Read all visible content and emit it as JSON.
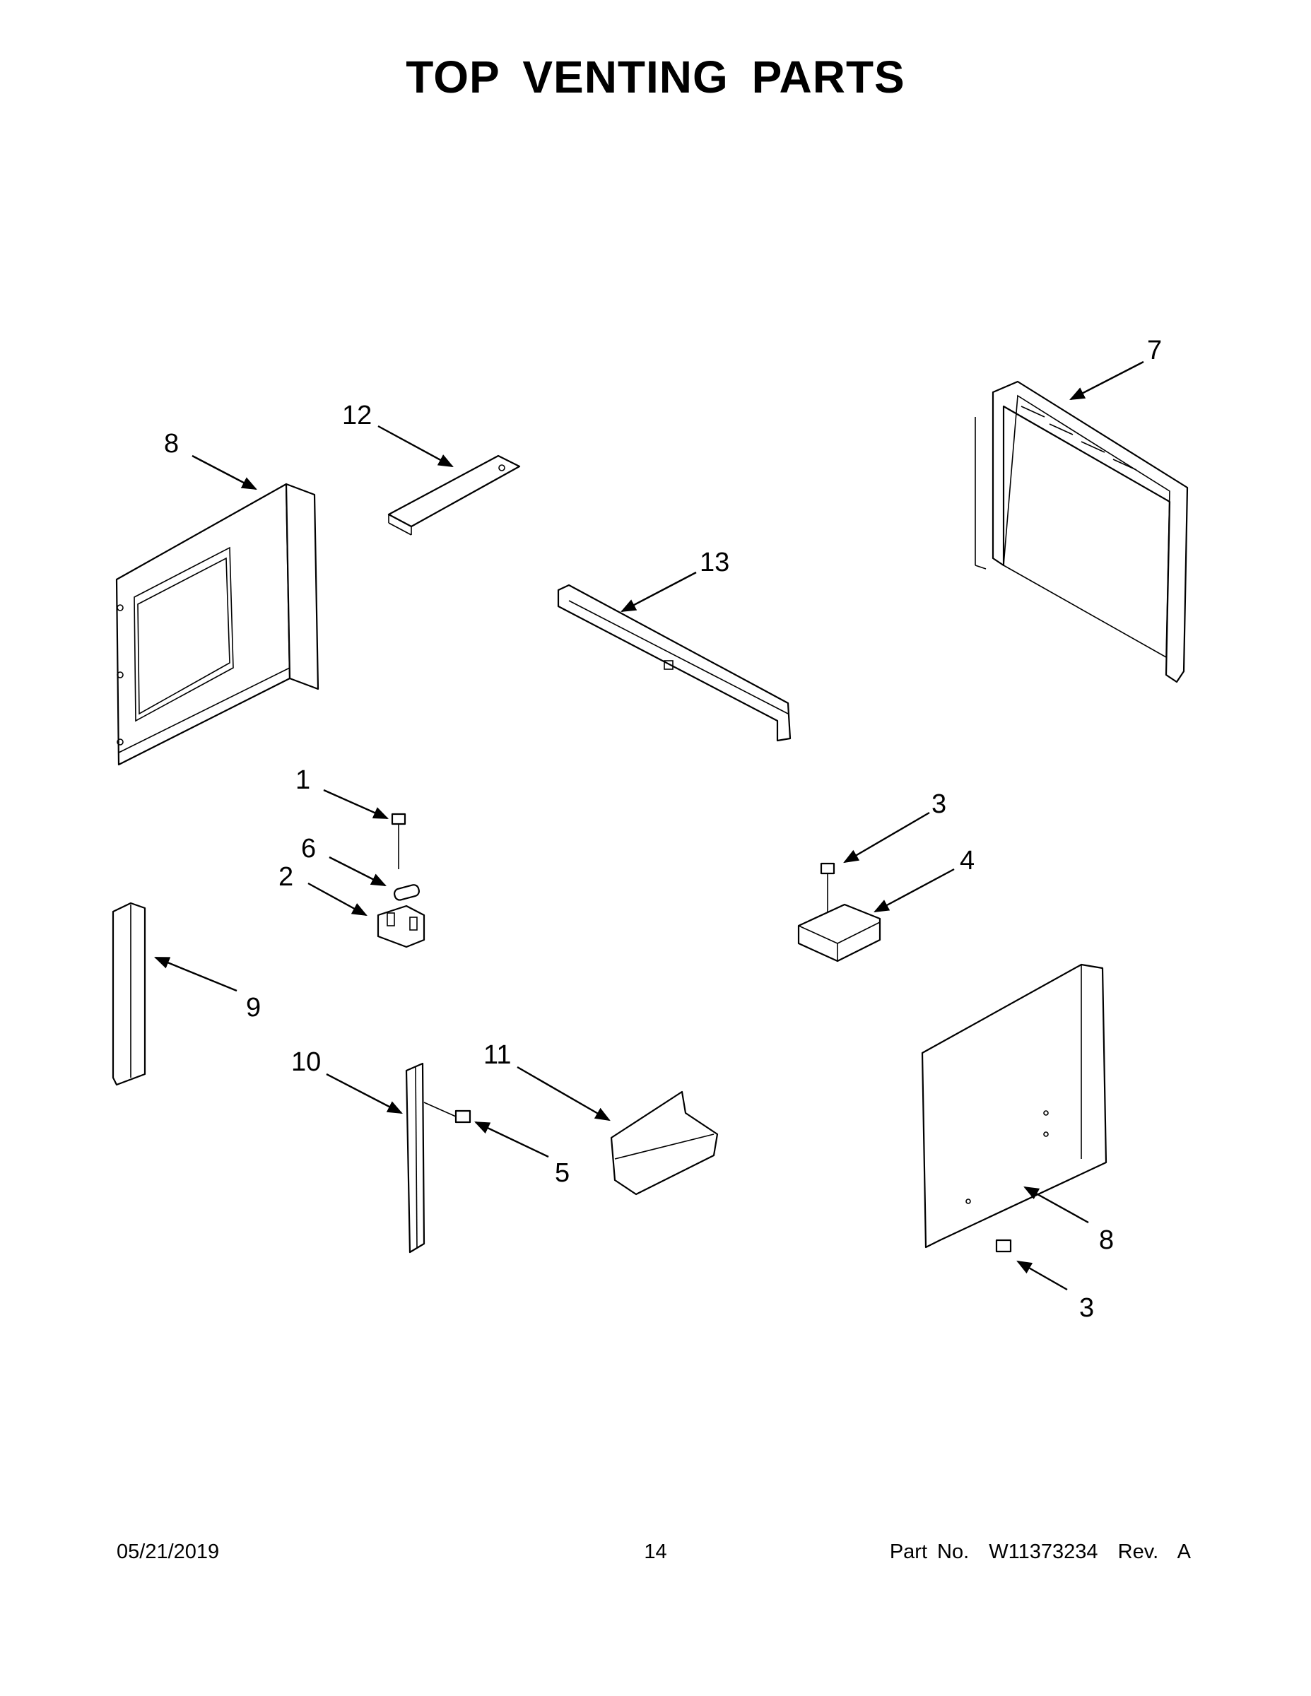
{
  "title": "TOP VENTING PARTS",
  "footer": {
    "date": "05/21/2019",
    "page": "14",
    "part_no": "Part No.  W11373234  Rev.  A"
  },
  "callouts": [
    {
      "id": "c1",
      "label": "1"
    },
    {
      "id": "c2",
      "label": "2"
    },
    {
      "id": "c3a",
      "label": "3"
    },
    {
      "id": "c3b",
      "label": "3"
    },
    {
      "id": "c4",
      "label": "4"
    },
    {
      "id": "c5",
      "label": "5"
    },
    {
      "id": "c6",
      "label": "6"
    },
    {
      "id": "c7",
      "label": "7"
    },
    {
      "id": "c8a",
      "label": "8"
    },
    {
      "id": "c8b",
      "label": "8"
    },
    {
      "id": "c9",
      "label": "9"
    },
    {
      "id": "c10",
      "label": "10"
    },
    {
      "id": "c11",
      "label": "11"
    },
    {
      "id": "c12",
      "label": "12"
    },
    {
      "id": "c13",
      "label": "13"
    }
  ]
}
